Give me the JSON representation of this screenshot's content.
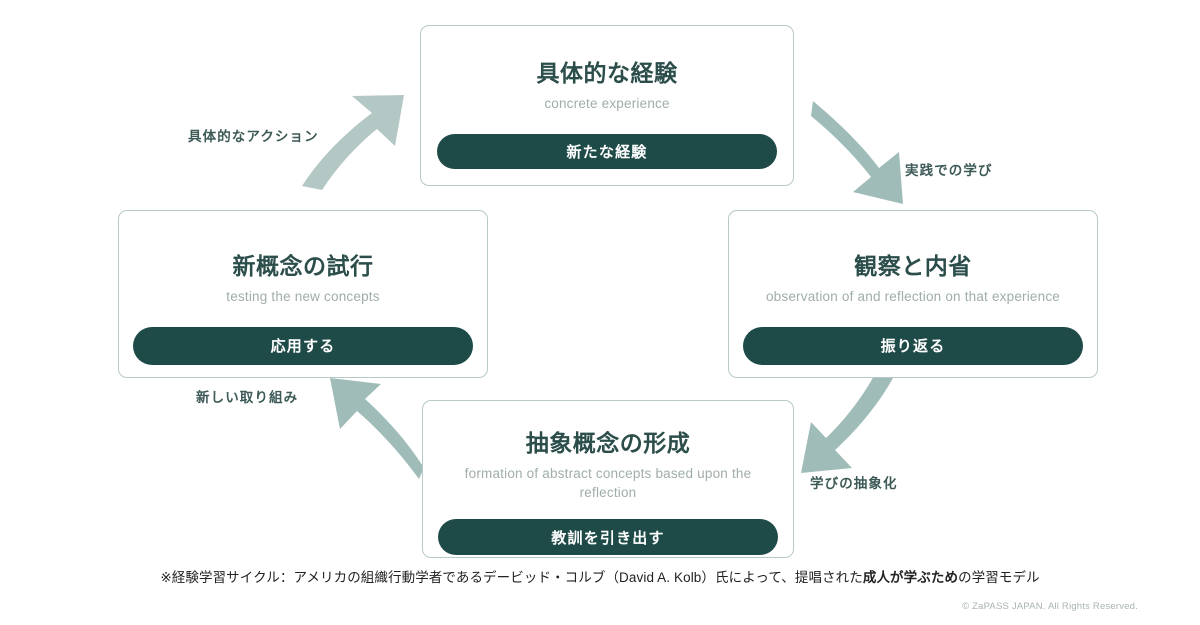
{
  "diagram": {
    "title": "経験学習サイクル",
    "colors": {
      "card_border": "#b7c9c6",
      "title_text": "#2c4e4b",
      "subtitle_text": "#9fadab",
      "pill_fill": "#1e4b48",
      "pill_text": "#ffffff",
      "arrow_fill": "#9fbcb8",
      "arrow_label_text": "#3d5a57",
      "background": "#ffffff"
    }
  },
  "cards": [
    {
      "id": "concrete-experience",
      "title": "具体的な経験",
      "subtitle": "concrete experience",
      "button": "新たな経験"
    },
    {
      "id": "testing-new-concepts",
      "title": "新概念の試行",
      "subtitle": "testing the new concepts",
      "button": "応用する"
    },
    {
      "id": "observation-reflection",
      "title": "観察と内省",
      "subtitle": "observation of and reflection on that experience",
      "button": "振り返る"
    },
    {
      "id": "abstract-conceptualisation",
      "title": "抽象概念の形成",
      "subtitle": "formation of abstract concepts based upon the reflection",
      "button": "教訓を引き出す"
    }
  ],
  "arrows": [
    {
      "id": "concrete-action",
      "label": "具体的なアクション",
      "direction": "up-right",
      "from": "testing-new-concepts",
      "to": "concrete-experience"
    },
    {
      "id": "learning-in-practice",
      "label": "実践での学び",
      "direction": "down-right",
      "from": "concrete-experience",
      "to": "observation-reflection"
    },
    {
      "id": "abstraction-of-learning",
      "label": "学びの抽象化",
      "direction": "down-left",
      "from": "observation-reflection",
      "to": "abstract-conceptualisation"
    },
    {
      "id": "new-initiative",
      "label": "新しい取り組み",
      "direction": "up-left",
      "from": "abstract-conceptualisation",
      "to": "testing-new-concepts"
    }
  ],
  "footer": {
    "note_part1": "※経験学習サイクル：アメリカの組織行動学者であるデービッド・コルブ（David A. Kolb）氏によって、提唱された",
    "note_bold": "成人が学ぶため",
    "note_part2": "の学習モデル",
    "copyright": "© ZaPASS JAPAN. All Rights Reserved."
  }
}
